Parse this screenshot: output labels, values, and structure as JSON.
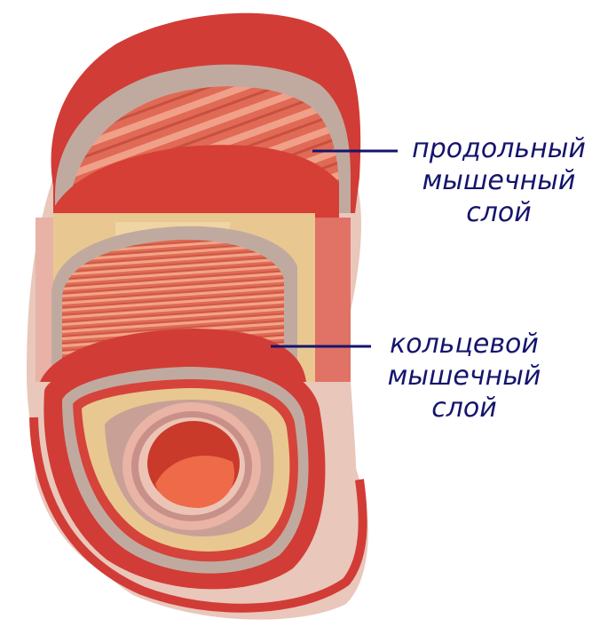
{
  "labels": {
    "longitudinal": [
      "продольный",
      "мышечный",
      "слой"
    ],
    "circular": [
      "кольцевой",
      "мышечный",
      "слой"
    ]
  },
  "colors": {
    "outer_red": "#d23c36",
    "gray_band": "#c0aaa0",
    "longitudinal_muscle": "#e2705a",
    "submucosa": "#e8c890",
    "circular_muscle": "#e07055",
    "outer_pale": "#e9c7bb",
    "lumen": "#c93a2a",
    "label_text": "#14146e"
  }
}
